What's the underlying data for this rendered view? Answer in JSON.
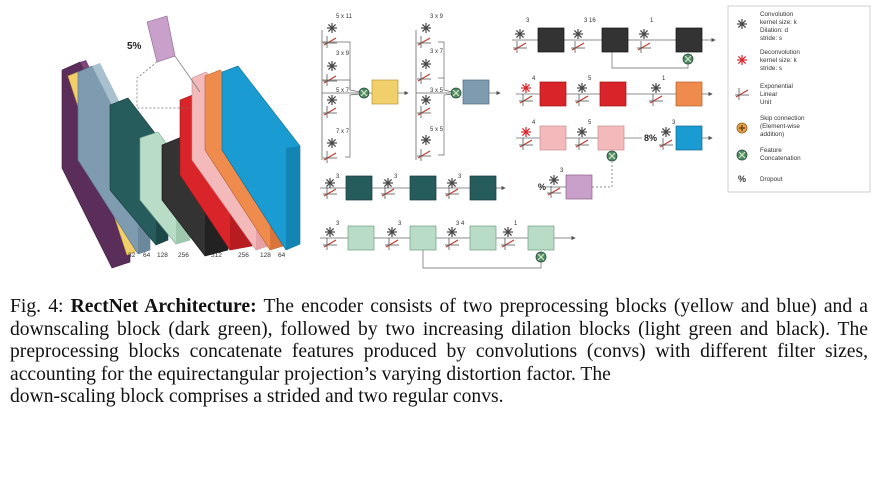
{
  "encoder_stack": {
    "channel_labels": [
      "32",
      "64",
      "128",
      "256",
      "512",
      "256",
      "128",
      "64"
    ],
    "dropout_label": "5%"
  },
  "blocks": {
    "yellow_kernels": [
      "5 x 11",
      "3 x 9",
      "5 x 7",
      "7 x 7"
    ],
    "blue_kernels": [
      "3 x 9",
      "3 x 7",
      "3 x 5",
      "5 x 5"
    ],
    "dark_green_numbers": [
      "3",
      "3",
      "3"
    ],
    "black_kernels": [
      "3",
      "3 16",
      "1"
    ],
    "red_numbers": [
      "4",
      "5",
      "1"
    ],
    "pink_numbers": [
      "4",
      "5"
    ],
    "pink_dropout": "8%",
    "cyan_number": "3",
    "lilac_dropout": "%",
    "lilac_number": "3",
    "light_green_numbers": [
      "3",
      "3",
      "3 4",
      "1"
    ]
  },
  "legend": {
    "conv_title": "Convolution",
    "conv_line1": "kernel size: k",
    "conv_line2": "Dilation: d",
    "conv_line3": "stride: s",
    "deconv_title": "Deconvolution",
    "deconv_line1": "kernel size: k",
    "deconv_line2": "stride: s",
    "elu_line1": "Exponential",
    "elu_line2": "Linear",
    "elu_line3": "Unit",
    "skip_line1": "Skip connection",
    "skip_line2": "(Element-wise",
    "skip_line3": "addition)",
    "concat_line1": "Feature",
    "concat_line2": "Concatenation",
    "dropout_symbol": "%",
    "dropout_label": "Dropout"
  },
  "caption": {
    "prefix": "Fig. 4:",
    "title": "RectNet Architecture:",
    "body": " The encoder consists of two preprocessing blocks (yellow and blue) and a downscaling block (dark green), followed by two increasing dilation blocks (light green and black). The preprocessing blocks concatenate features produced by convolutions (convs) with different filter sizes, accounting for the equirectangular projection’s varying distortion factor. The",
    "last_line": "down-scaling block comprises a strided and two regular convs."
  },
  "colors": {
    "purple": "#5b2d5a",
    "yellow": "#f1cf6a",
    "blue": "#7f9bb0",
    "dark_green": "#265c5c",
    "light_green": "#b9dcc6",
    "black": "#333333",
    "red": "#d9242a",
    "pink": "#f4b9bb",
    "orange": "#ef8b4d",
    "cyan": "#1a9bd1",
    "lilac": "#c9a0c9"
  }
}
